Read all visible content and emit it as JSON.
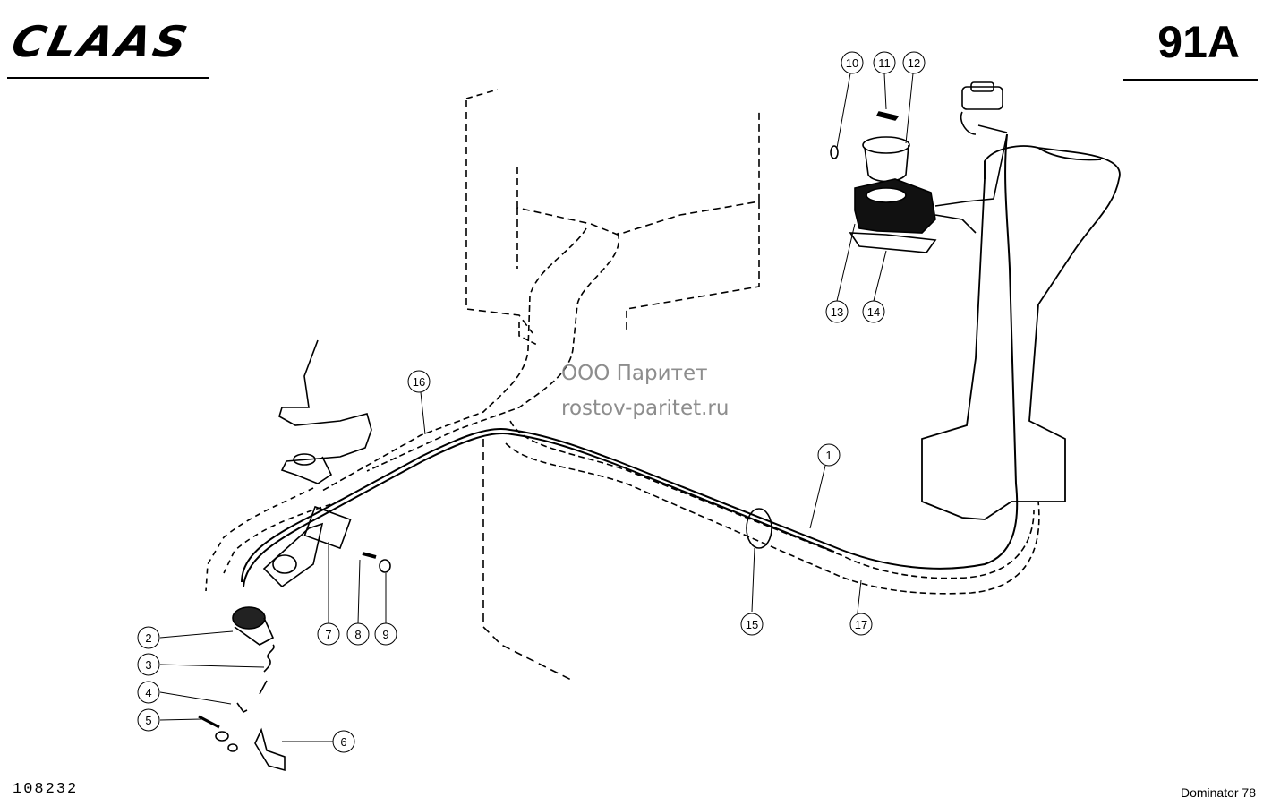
{
  "header": {
    "logo": "CLAAS",
    "page_code": "91A"
  },
  "footer": {
    "drawing_number": "108232",
    "model": "Dominator 78"
  },
  "watermark": {
    "line1": "ООО Паритет",
    "line2": "rostov-paritet.ru"
  },
  "callouts": [
    "1",
    "2",
    "3",
    "4",
    "5",
    "6",
    "7",
    "8",
    "9",
    "10",
    "11",
    "12",
    "13",
    "14",
    "15",
    "16",
    "17"
  ]
}
